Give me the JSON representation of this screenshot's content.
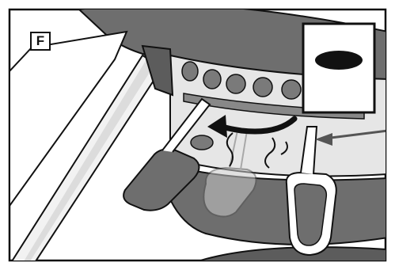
{
  "figure": {
    "step_label": "F"
  },
  "colors": {
    "kettle_dark": "#6e6e6e",
    "kettle_mid": "#8a8a8a",
    "band_light": "#e6e6e6",
    "outline": "#111111",
    "ghost_fill": "#c8c8c8",
    "arrow": "#111111"
  },
  "parts": [
    {
      "name": "kettle-bowl",
      "icon": "grill-kettle"
    },
    {
      "name": "vent-band",
      "icon": "damper-band-with-holes"
    },
    {
      "name": "ash-sweep-handle-final",
      "icon": "handle-dark"
    },
    {
      "name": "ash-sweep-handle-ghost",
      "icon": "handle-ghost"
    },
    {
      "name": "handle-start",
      "icon": "handle-outline"
    },
    {
      "name": "rotate-arrow",
      "icon": "curved-arrow-left"
    },
    {
      "name": "inset-vent-opening",
      "icon": "oval-opening-callout"
    },
    {
      "name": "grill-leg",
      "icon": "leg"
    }
  ]
}
